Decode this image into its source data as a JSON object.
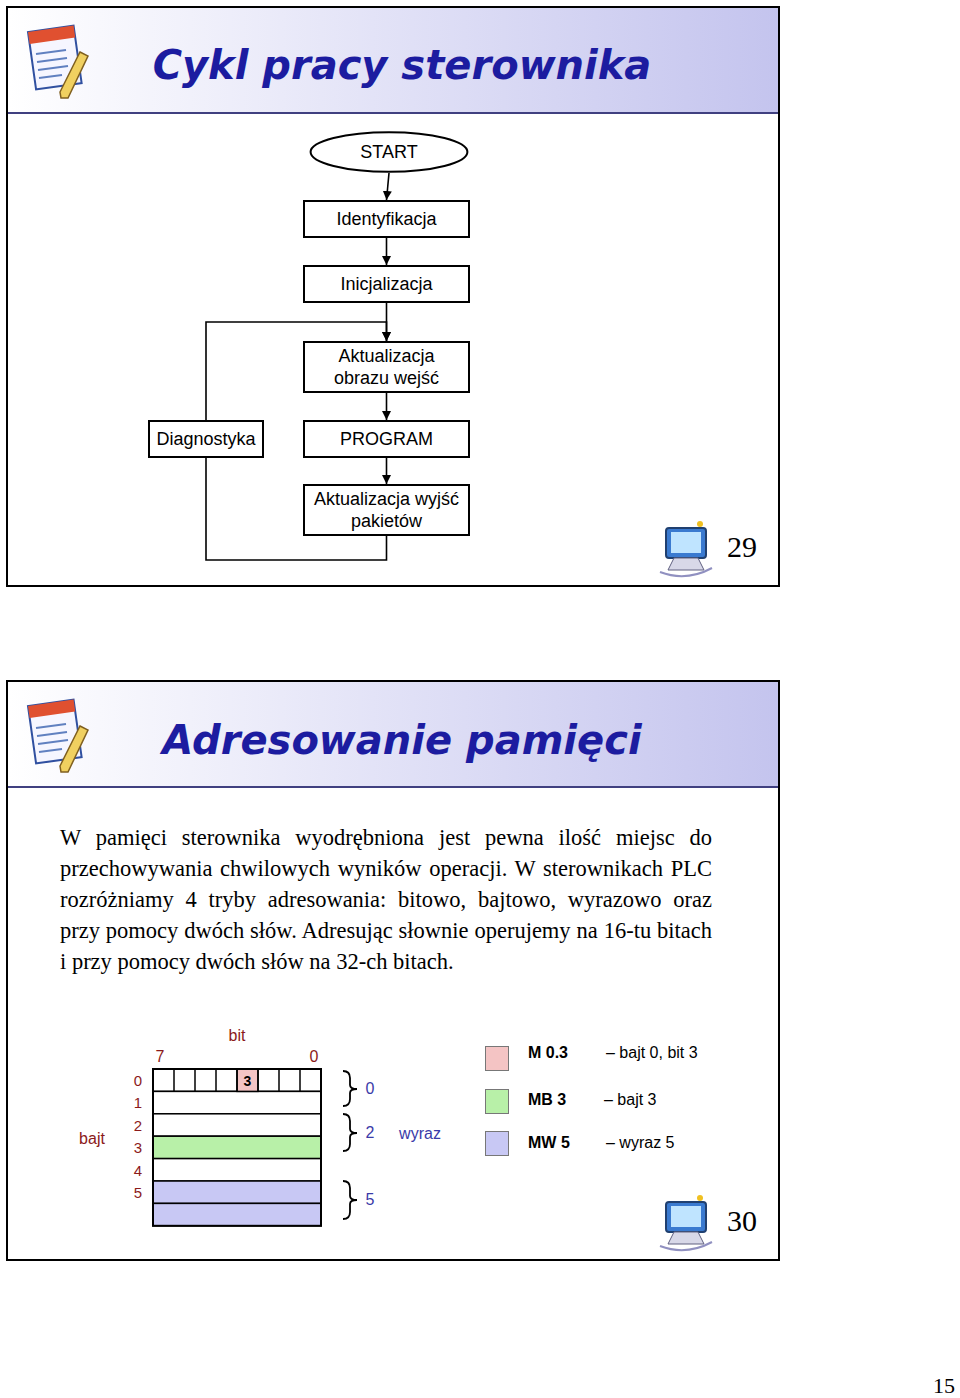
{
  "diagram": {
    "title": "Cykl pracy sterownika",
    "nodes": [
      {
        "text": [
          "START"
        ]
      },
      {
        "text": [
          "Identyfikacja"
        ]
      },
      {
        "text": [
          "Inicjalizacja"
        ]
      },
      {
        "text": [
          "Aktualizacja obrazu wejść"
        ]
      },
      {
        "text": [
          "Diagnostyka"
        ]
      },
      {
        "text": [
          "PROGRAM"
        ]
      },
      {
        "text": [
          "Aktualizacja wyjść pakietów"
        ]
      }
    ],
    "edges": [
      {
        "from": 0,
        "to": 1,
        "arrow": "to"
      },
      {
        "from": 1,
        "to": 2,
        "arrow": "to"
      },
      {
        "from": 2,
        "to": 3,
        "arrow": "to"
      },
      {
        "from": 3,
        "to": 5,
        "arrow": "to"
      },
      {
        "from": 5,
        "to": 6,
        "arrow": "to"
      },
      {
        "from": 6,
        "to": 4,
        "arrow": "none"
      },
      {
        "from": 4,
        "to": 3,
        "arrow": "to"
      }
    ],
    "labels": [
      "Adresowanie pamięci",
      "W pamięci sterownika wyodrębniona jest pewna ilość miejsc do przechowywania chwilowych wyników operacji. W sterownikach PLC rozróżniamy 4 tryby adresowania: bitowo, bajtowo, wyrazowo oraz przy pomocy dwóch słów. Adresując słownie operujemy na 16-tu bitach i przy pomocy dwóch słów na 32-ch bitach.",
      "29",
      "30",
      "15",
      "bit",
      "7",
      "0",
      "0",
      "1",
      "2",
      "3",
      "4",
      "5",
      "3",
      "bajt",
      "0",
      "2",
      "5",
      "wyraz",
      "– bajt 0, bit 3",
      "– bajt 3",
      "– wyraz 5"
    ],
    "legend": [
      {
        "text": "M 0.3",
        "color": "#f4c4c4"
      },
      {
        "text": "MB 3",
        "color": "#b8f0a8"
      },
      {
        "text": "MW 5",
        "color": "#c8c8f4"
      }
    ]
  }
}
